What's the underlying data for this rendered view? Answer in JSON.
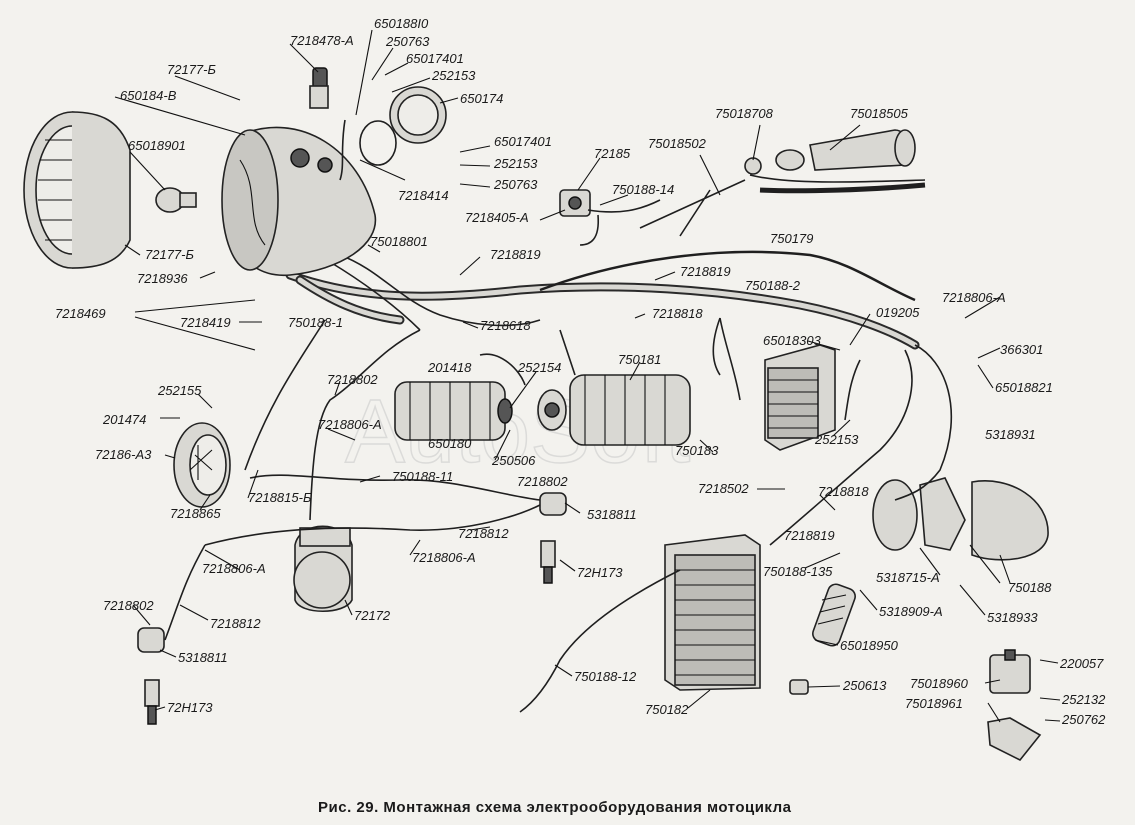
{
  "caption": "Рис. 29. Монтажная схема электрооборудования мотоцикла",
  "watermark": "AutoSoft",
  "labels": {
    "l01": "650188I0",
    "l02": "7218478-А",
    "l03": "250763",
    "l04": "65017401",
    "l05": "252153",
    "l06": "650174",
    "l07": "72177-Б",
    "l08": "650184-В",
    "l09": "65018901",
    "l10": "72177-Б",
    "l11": "7218936",
    "l12": "7218469",
    "l13": "7218419",
    "l14": "750188-1",
    "l15": "7218414",
    "l16": "65017401",
    "l17": "252153",
    "l18": "250763",
    "l19": "72185",
    "l20": "75018502",
    "l21": "75018708",
    "l22": "75018505",
    "l23": "750188-14",
    "l24": "7218405-А",
    "l25": "75018801",
    "l26": "7218819",
    "l27": "750179",
    "l28": "7218819",
    "l29": "750188-2",
    "l30": "7218806-А",
    "l31": "019205",
    "l32": "7218618",
    "l33": "7218818",
    "l34": "65018303",
    "l35": "366301",
    "l36": "65018821",
    "l37": "252155",
    "l38": "201474",
    "l39": "7218802",
    "l40": "201418",
    "l41": "252154",
    "l42": "750181",
    "l43": "7218806-А",
    "l44": "650180",
    "l45": "250506",
    "l46": "750183",
    "l47": "252153",
    "l48": "5318931",
    "l49": "72186-А3",
    "l50": "750188-11",
    "l51": "7218815-Б",
    "l52": "7218865",
    "l53": "7218802",
    "l54": "7218502",
    "l55": "7218818",
    "l56": "5318811",
    "l57": "7218812",
    "l58": "7218806-А",
    "l59": "7218819",
    "l60": "72Н173",
    "l61": "750188-135",
    "l62": "5318715-А",
    "l63": "750188",
    "l64": "7218806-А",
    "l65": "5318909-А",
    "l66": "5318933",
    "l67": "7218802",
    "l68": "7218812",
    "l69": "72172",
    "l70": "5318811",
    "l71": "65018950",
    "l72": "750188-12",
    "l73": "250613",
    "l74": "220057",
    "l75": "75018960",
    "l76": "252132",
    "l77": "750182",
    "l78": "72Н173",
    "l79": "75018961",
    "l80": "250762"
  }
}
